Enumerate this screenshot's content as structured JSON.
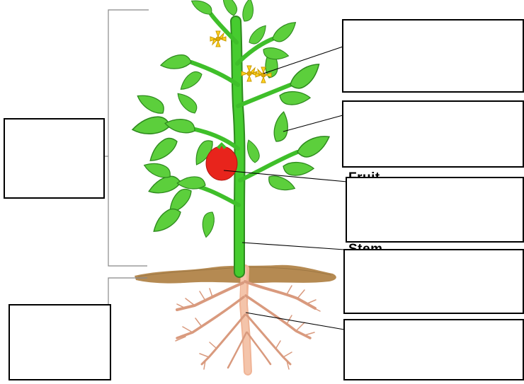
{
  "diagram": {
    "type": "plant-parts-labeling-worksheet",
    "subject": "tomato-plant",
    "colors": {
      "leaf": "#5ccf3c",
      "leaf_outline": "#2e8a1e",
      "stem": "#46cc2f",
      "fruit": "#e8241c",
      "flower": "#ffd21f",
      "soil": "#b58a52",
      "root": "#f2b79a",
      "line": "#000000"
    },
    "partial_labels": {
      "fruit": "Fruit",
      "stem": "Stem"
    },
    "label_boxes": [
      {
        "id": "flower",
        "value": ""
      },
      {
        "id": "leaf",
        "value": ""
      },
      {
        "id": "fruit",
        "value": ""
      },
      {
        "id": "stem",
        "value": ""
      },
      {
        "id": "root",
        "value": ""
      },
      {
        "id": "shoot-system",
        "value": ""
      },
      {
        "id": "root-system",
        "value": ""
      }
    ]
  }
}
